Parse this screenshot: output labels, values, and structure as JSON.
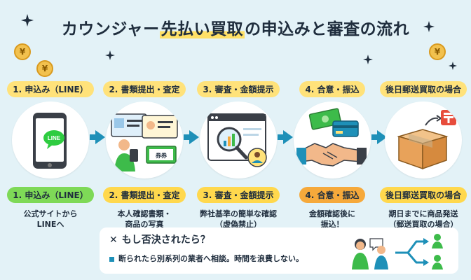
{
  "title": {
    "prefix": "カウンジャー",
    "highlight": "先払い買取",
    "suffix": "の申込みと審査の流れ"
  },
  "coin_symbol": "¥",
  "colors": {
    "background": "#e3f2f7",
    "top_pill": "#ffe27a",
    "green_pill": "#7ed957",
    "orange_pill": "#f6a93b",
    "yellow_pill": "#ffd84d",
    "arrow": "#1e90b8",
    "line_green": "#2ecc40"
  },
  "steps": [
    {
      "top_label": "1. 申込み（LINE）",
      "bottom_label": "1. 申込み（LINE）",
      "bottom_style": "green",
      "desc": [
        "公式サイトから",
        "LINEへ"
      ],
      "icon": "smartphone-line-icon",
      "icon_text": "LINE"
    },
    {
      "top_label": "2. 書類提出・査定",
      "bottom_label": "2. 書類提出・査定",
      "bottom_style": "yellow",
      "desc": [
        "本人確認書類・",
        "商品の写真"
      ],
      "icon": "documents-photo-icon",
      "icon_text": "券券"
    },
    {
      "top_label": "3. 審査・金額提示",
      "bottom_label": "3. 審査・金額提示",
      "bottom_style": "yellow",
      "desc": [
        "弊社基準の簡単な確認",
        "（虚偽禁止）"
      ],
      "icon": "magnifier-review-icon"
    },
    {
      "top_label": "4. 合意・振込",
      "bottom_label": "4. 合意・振込",
      "bottom_style": "orange",
      "desc": [
        "金額確認後に",
        "振込！"
      ],
      "icon": "handshake-money-icon"
    },
    {
      "top_label": "後日郵送買取の場合",
      "bottom_label": "後日郵送買取の場合",
      "bottom_style": "yellow",
      "desc": [
        "期日までに商品発送",
        "（郵送買取の場合）"
      ],
      "icon": "parcel-post-icon"
    }
  ],
  "reject": {
    "heading": "もし否決されたら？",
    "body": "断られたら別系列の業者へ相談。時間を浪費しない。",
    "icon": "consult-branch-icon"
  }
}
